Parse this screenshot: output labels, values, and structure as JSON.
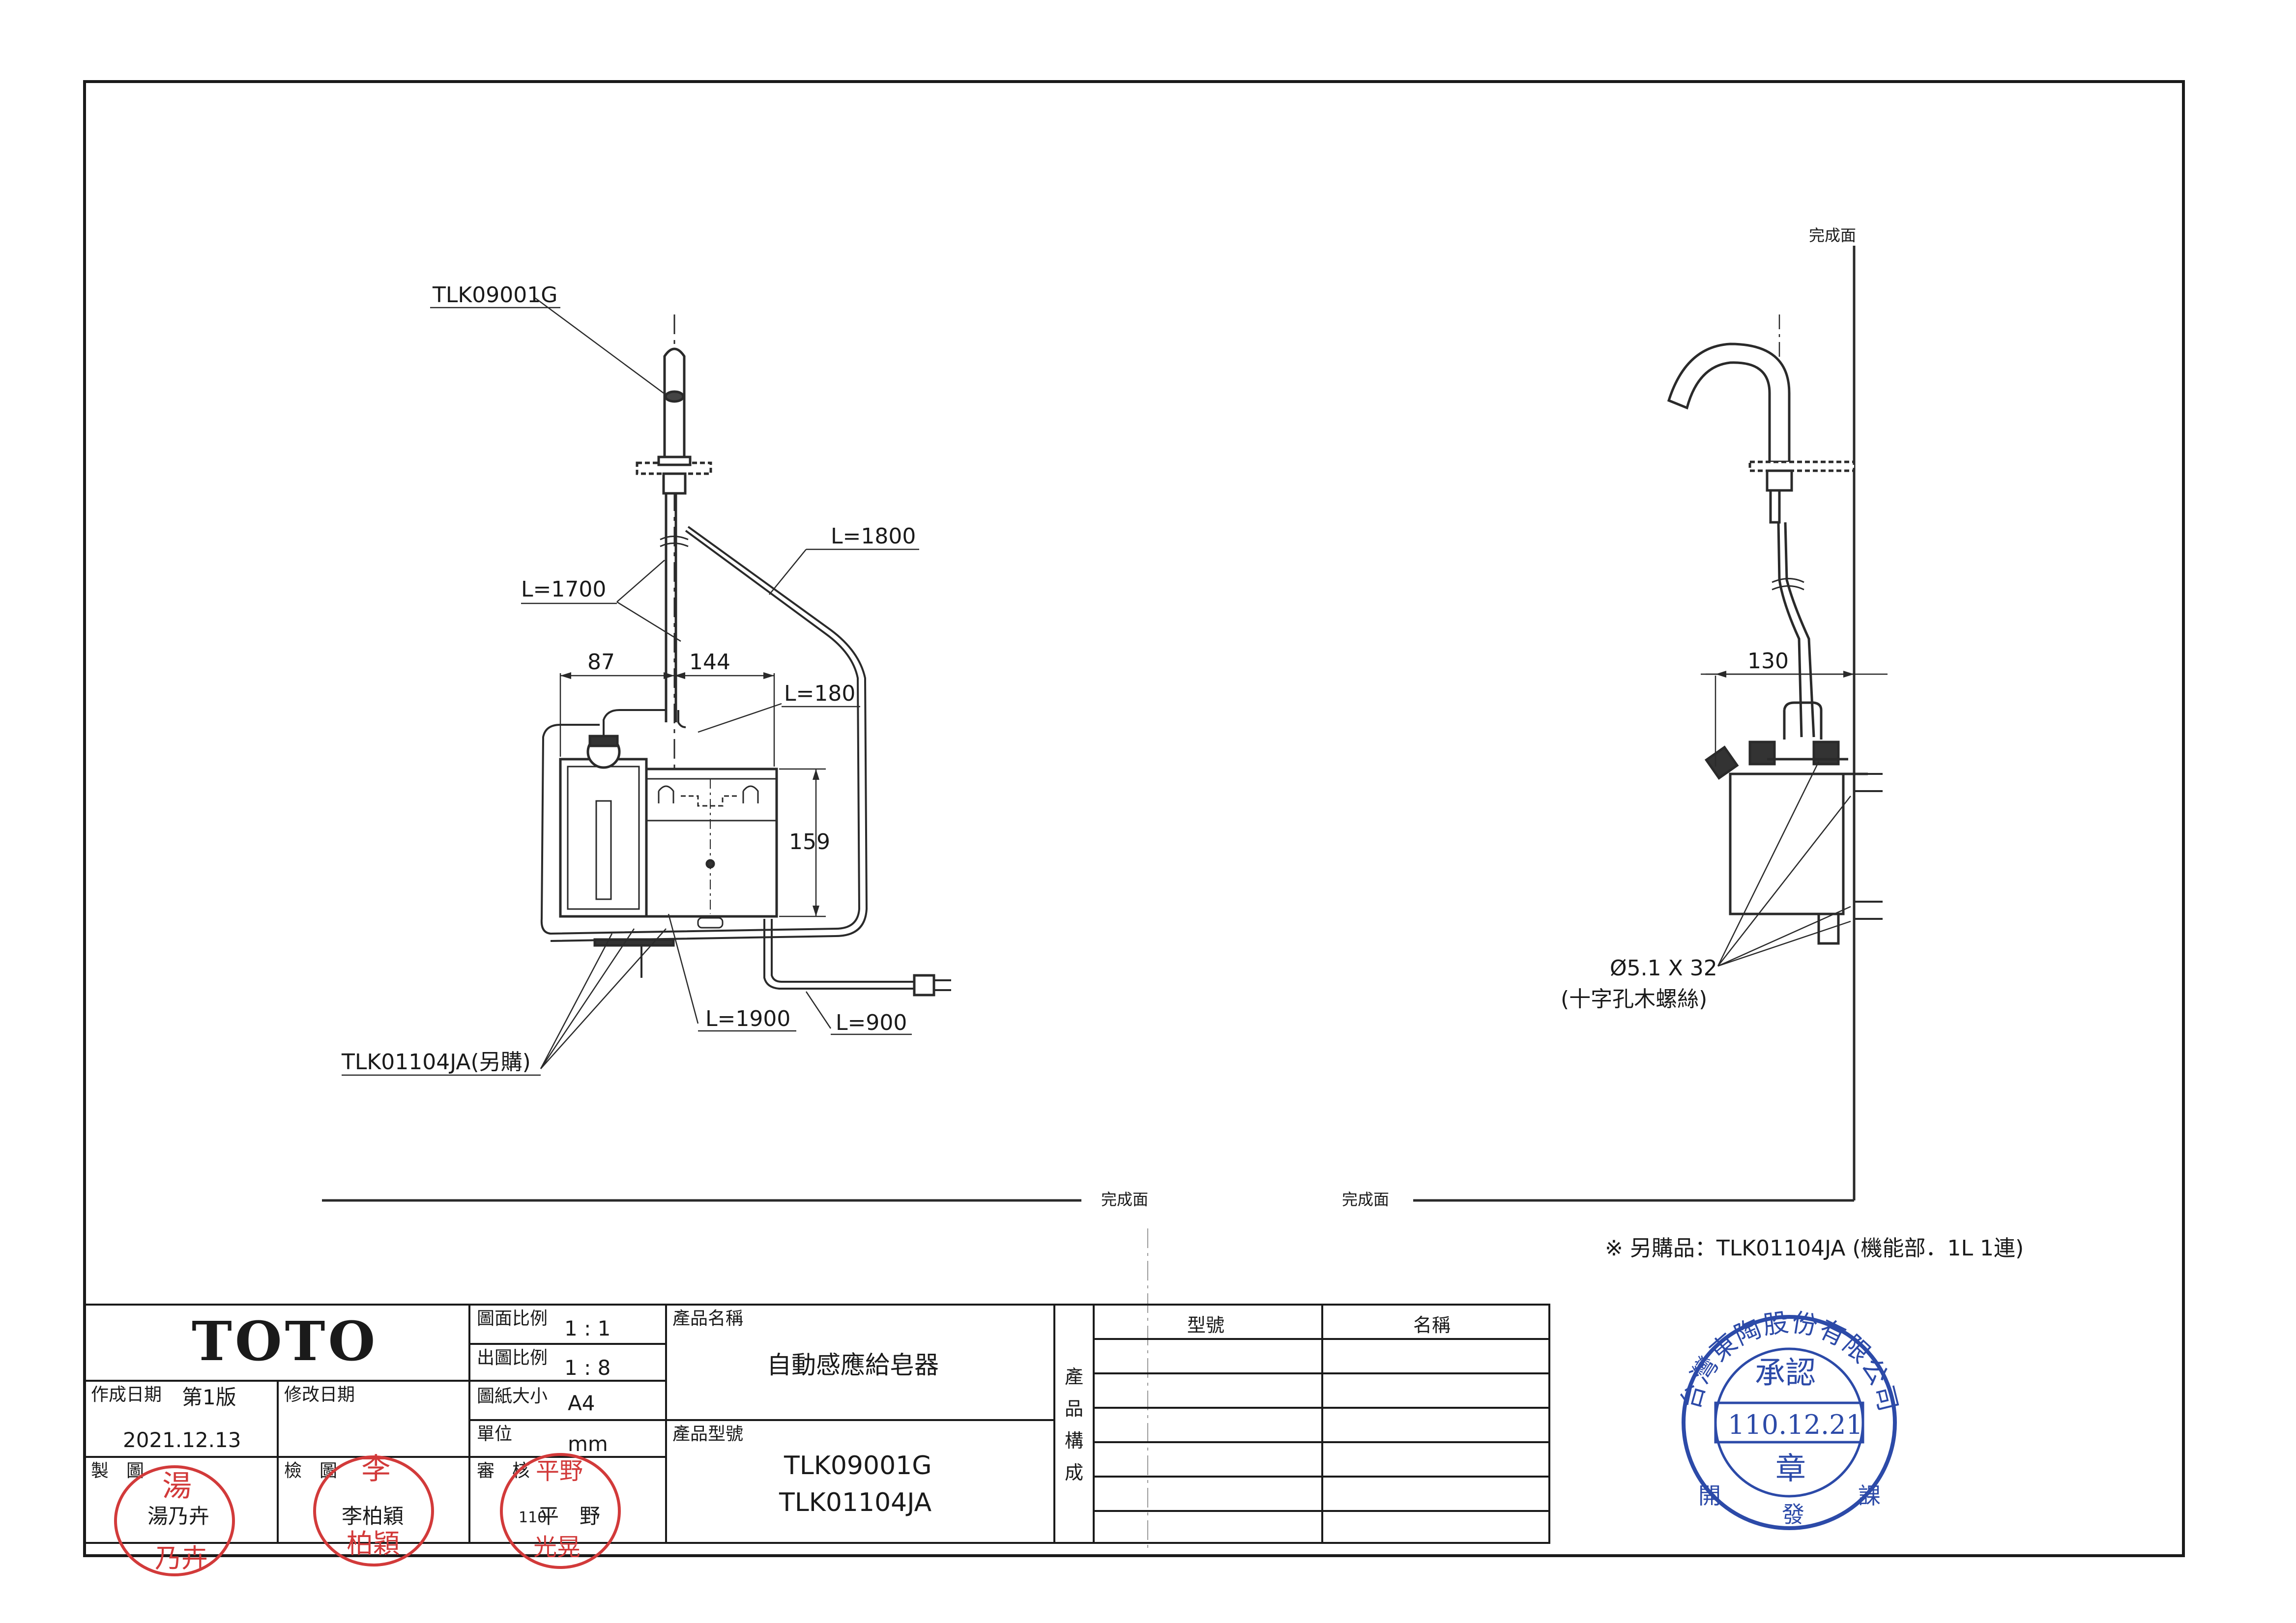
{
  "drawing": {
    "finish_surface": "完成面",
    "left_view": {
      "product_label": "TLK09001G",
      "module_label": "TLK01104JA(另購)",
      "cables": {
        "l1700": "L=1700",
        "l1800": "L=1800",
        "l180": "L=180",
        "l1900": "L=1900",
        "l900": "L=900"
      },
      "dims": {
        "d87": "87",
        "d144": "144",
        "d159": "159"
      }
    },
    "right_view": {
      "dim130": "130",
      "screw": "Ø5.1 X 32",
      "screw_note": "(十字孔木螺絲)"
    },
    "note": "※ 另購品：TLK01104JA (機能部．1L 1連)"
  },
  "title_block": {
    "brand": "TOTO",
    "drawing_scale_label": "圖面比例",
    "drawing_scale": "1 : 1",
    "output_scale_label": "出圖比例",
    "output_scale": "1 : 8",
    "paper_label": "圖紙大小",
    "paper": "A4",
    "unit_label": "單位",
    "unit": "mm",
    "created_label": "作成日期",
    "edition": "第1版",
    "revised_label": "修改日期",
    "date": "2021.12.13",
    "drawn_label": "製　圖",
    "drawn_by": "湯乃卉",
    "checked_label": "檢　圖",
    "checked_by": "李柏穎",
    "approved_label": "審　核",
    "approved_by": "平　野",
    "approved_prefix": "110",
    "product_name_label": "產品名稱",
    "product_name": "自動感應給皂器",
    "model_label": "產品型號",
    "models": [
      "TLK09001G",
      "TLK01104JA"
    ],
    "composition_label": [
      "產",
      "品",
      "構",
      "成"
    ],
    "col_model": "型號",
    "col_name": "名稱"
  },
  "stamps": {
    "drawn_seal": [
      "湯",
      "乃卉"
    ],
    "checked_seal": [
      "李",
      "柏穎"
    ],
    "approved_seal": [
      "平野",
      "光晃"
    ],
    "approval_seal": {
      "company": "台灣東陶股份有限公司",
      "approve": "承認",
      "date": "110.12.21",
      "seal": "章",
      "dept": [
        "開",
        "發",
        "課"
      ]
    }
  }
}
